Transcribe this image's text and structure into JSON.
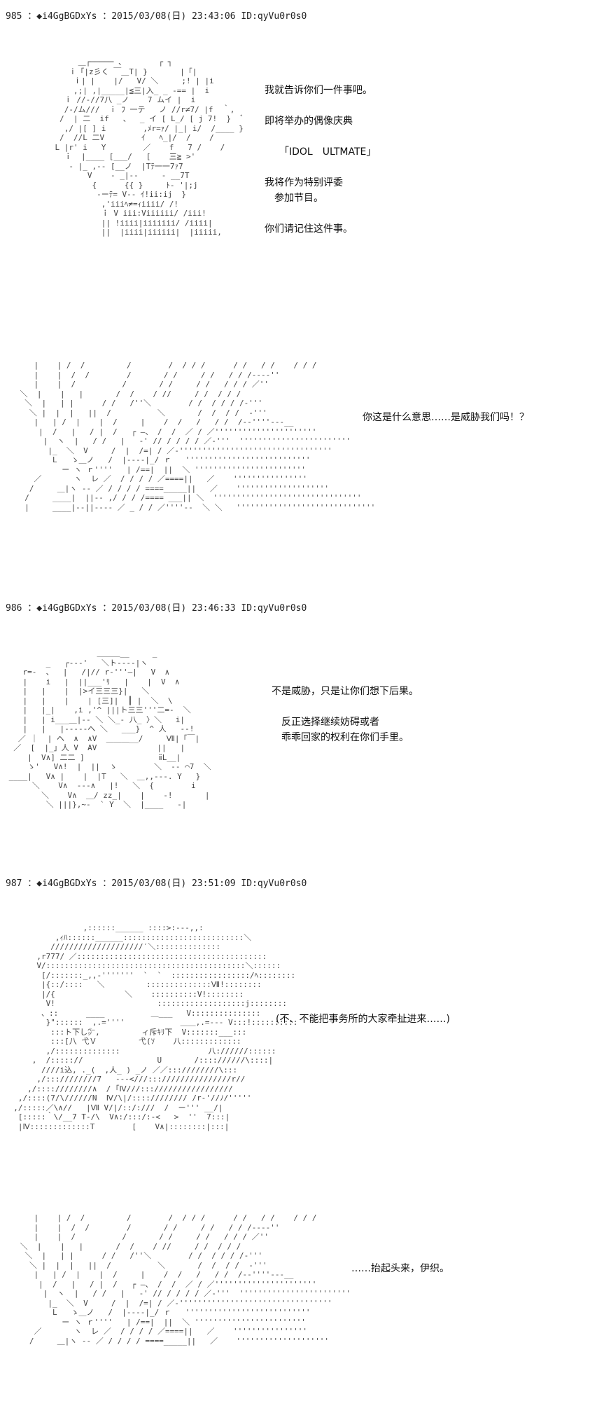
{
  "posts": [
    {
      "header": "985 ：◆i4GgBGDxYs ：2015/03/08(日) 23:43:06 ID:qyVu0r0s0",
      "panels": [
        {
          "lines": [
            "我就告诉你们一件事吧。",
            "",
            "即将举办的偶像庆典",
            "",
            "　　「IDOL　ULTMATE」",
            "",
            "我将作为特别评委",
            "　参加节目。",
            "",
            "你们请记住这件事。"
          ],
          "art": "         ＿┌───── 、       ┌ ┐\n       ｉ「|z彡く ￣＿T| }       |「|\n        ｉ| |    |/   V/ ＼     ;! | |i\n        ,;| ,|_____|≦三|入_ _ -== |  i\n      ｉ //‐//7八 _ノ    7 ムイ |  i\n      /‐/ム///  ｉ ﾌ 一テ   ノ //r≠7/ |f  ｀,\n     /  | 二  if   、  _ イ [ L_/ [ j 7!  }  ﾞ\n      ,/ |[ ] i        ,ﾒr=ｧ/ |_| i/  /____ }\n     /  //L 二V        ｲ   ﾍ_|/  /    /\n    L |r' i   Y        ／    f   7 /    /\n      ｉ  |____ [___/   [    三≧ >'\n       ‐ |_ ,‐- [__ノ  |Tﾃ一一7ｧ7\n           V    ‐ _|‐‐     ‐ __7T\n            {      {{ }     ﾄ‐ '|;j\n             ‐ーﾃ= V-- ｲ!ii:ij  }\n              ,'iiiﾍ≠=ｨiiii/ /!\n              ｉ V iii:Viiiiii/ /iii!\n              || !iiii|iiiiiii/ /iiii|\n              ||  |iiii|iiiiii|  |iiiii,"
        },
        {
          "lines": [
            "你这是什么意思……是威胁我们吗！？"
          ],
          "art": "    |    | /  /         /        /  / / /      / /   / /    / / /\n    |    |  /  /        /       / /     / /   / / /‐‐‐‐''\n    |    |  /          /       / /     / /   / / / ／''\n ＼  |    |   |       /  /    / //     / /  / / /\n  ＼  |   | |      / /   /''＼        / /  / / / /‐'''\n   ＼ |  |  |   ||  /          ＼       /  /  / /  ‐'''\n    |   | /  |    |  /     |    /  /   /   / /  /‐‐''''‐‐‐__\n     |  /   |   / |  /   ┌ ―、 /  /  ／ / ／''''''''''''''''''''''\n      |  ヽ  |   / /   |   ‐' // / / / / ／‐'''  ''''''''''''''''''''''''\n       |_  ＼  V     /  |  /=| / ／‐'''''''''''''''''''''''''''''''''\n        L   ゝ＿ノ   /  |‐‐‐‐|_/ ｒ   '''''''''''''''''''''''''''\n          ー ヽ ｒ''''   | /==|  ||  ＼ ''''''''''''''''''''''''\n    ／       ヽ  レ ／  / / / / ／====||   ／    ''''''''''''''''\n   /     ＿|ヽ ‐‐ ／ / / / / ====_____||   ／    ''''''''''''''''''''\n  /     ____|  ||-‐ ,/ / / /==== ___|| ＼  ''''''''''''''''''''''''''''''''\n  |     ____|-‐||‐‐‐‐ ／ _ / / ／''''‐‐  ＼ ＼   ''''''''''''''''''''''''''''''"
        }
      ]
    },
    {
      "header": "986 ：◆i4GgBGDxYs ：2015/03/08(日) 23:46:33 ID:qyVu0r0s0",
      "panels": [
        {
          "lines": [
            "不是威胁，只是让你们想下后果。",
            "",
            "　反正选择继续妨碍或者",
            "　乖乖回家的权利在你们手里。"
          ],
          "art": "                    ＿＿＿__     _\n         _   ┌‐‐‐'   ＼ト‐‐‐‐|ヽ\n    r=-  、  |   /|// r‐'''―|   V  ∧\n    |    i   |  ||___'ﾘ   |    |  V  ∧\n    |   |    |  |>イ三三三}|   ＼\n    |   |    |    | [三]|  ┃ |  ＼  \\\n    |   |_|    ,i ,'^ |||ト三三'''二=‐  ＼\n    |   | i___＿|‐‐ ＼ ＼_‐ 八_ 〉＼   i|\n    |   |   |‐‐‐‐‐ヘ ＼   ___}  ^ 人   ‐‐!\n   ／ ｜  | ヘ  ∧  ∧V  ＿＿＿__/     Ⅶ|「￣|\n  ／  [  |_」人 V  AV             ||   |\n     |  V∧] 二二 ]                ⅱL__|\n     ゝ'   V∧!  |  ||  ゝ        ＼  ‐‐ ⌒7  ＼\n ____|   V∧ |    |  |T   ＼  ＿,,‐‐‐. Y   }\n      ＼    V∧  ‐‐‐∧   |!   ＼  {        i\n        ＼    V∧  ＿/ zz_|    |    ‐!       |\n         ＼ |||},~‐  ` Y  ＼  |____   ‐|\n"
        }
      ]
    },
    {
      "header": "987 ：◆i4GgBGDxYs ：2015/03/08(日) 23:51:09 ID:qyVu0r0s0",
      "panels": [
        {
          "lines": [
            "(不、不能把事务所的大家牵扯进来……)"
          ],
          "art": "                 ,::::::______ ::::>:‐‐‐,,:\n           ,ｨﾊ::::::______::::::::::::::::::::::::::＼\n          ////////////////////′＼::::::::::::::\n       ,r777/ ／:::::::::::::::::::::::::::::::::::::::::\n       V/:::::::::::::::::::::::::::::::::::::::::::＼::::::\n        [/:::::::_,,‐'''''''  `  `  :::::::::::::::::/ﾍ::::::::\n        |{::/::::   ＼         ::::::::::::::Ⅶ!::::::::\n        |/{               ＼    ::::::::::V!::::::::\n         V!                      :::::::::::::::::::j::::::::\n        、::      ____          ＿___   V:::::::::::::::\n         }\"::::::  ,.=''''            ＿＿,.=‐‐‐ V:::!::::::::::\n          :::ト下し㌻,         ィ斥ｷﾘ下  V:::::::___:::\n          :::[八 弋Ｖ         弋(ｿ    八:::::::::::::\n         ,/::::::::::::::                   八://////::::::\n      ,  /::::://                U       /:::://////\\::::|\n        ////i込, ._(  ,人_ ) _ノ ／／:::////////\\:::\n       ,/:::////////7   ‐‐‐<///:::///////////////r//\n     ,/::::////////∧  / ｢Ⅳ///::://///////////////\n   ,/::::(7/\\//////N  Ⅳ/\\|/:::://////// /r‐'//ﾉ/'''''\n  ,/:::::／\\∧//   |Ⅶ V/|/::/:///  /  ー''' __/|\n   [:::::｀\\/__7 T‐/\\  V∧:/:::/:‐<   >  ''  7:::|\n   |Ⅳ:::::::::::::T        [    V∧|::::::::|:::|\n"
        },
        {
          "lines": [
            "……抬起头来，伊织。"
          ],
          "art": "    |    | /  /         /        /  / / /      / /   / /    / / /\n    |    |  /  /        /       / /     / /   / / /‐‐‐‐''\n    |    |  /          /       / /     / /   / / / ／''\n ＼  |    |   |       /  /    / //     / /  / / /\n  ＼  |   | |      / /   /''＼        / /  / / / /‐'''\n   ＼ |  |  |   ||  /          ＼       /  /  / /  ‐'''\n    |   | /  |    |  /     |    /  /   /   / /  /‐‐''''‐‐‐__\n     |  /   |   / |  /   ┌ ―、 /  /  ／ / ／''''''''''''''''''''''\n      |  ヽ  |   / /   |   ‐' // / / / / ／‐'''  ''''''''''''''''''''''''\n       |_  ＼  V     /  |  /=| / ／‐'''''''''''''''''''''''''''''''''\n        L   ゝ＿ノ   /  |‐‐‐‐|_/ ｒ   '''''''''''''''''''''''''''\n          ー ヽ ｒ''''   | /==|  ||  ＼ ''''''''''''''''''''''''\n    ／       ヽ  レ ／  / / / / ／====||   ／    ''''''''''''''''\n   /     ＿|ヽ ‐‐ ／ / / / / ====_____||   ／    ''''''''''''''''''''"
        }
      ]
    }
  ]
}
